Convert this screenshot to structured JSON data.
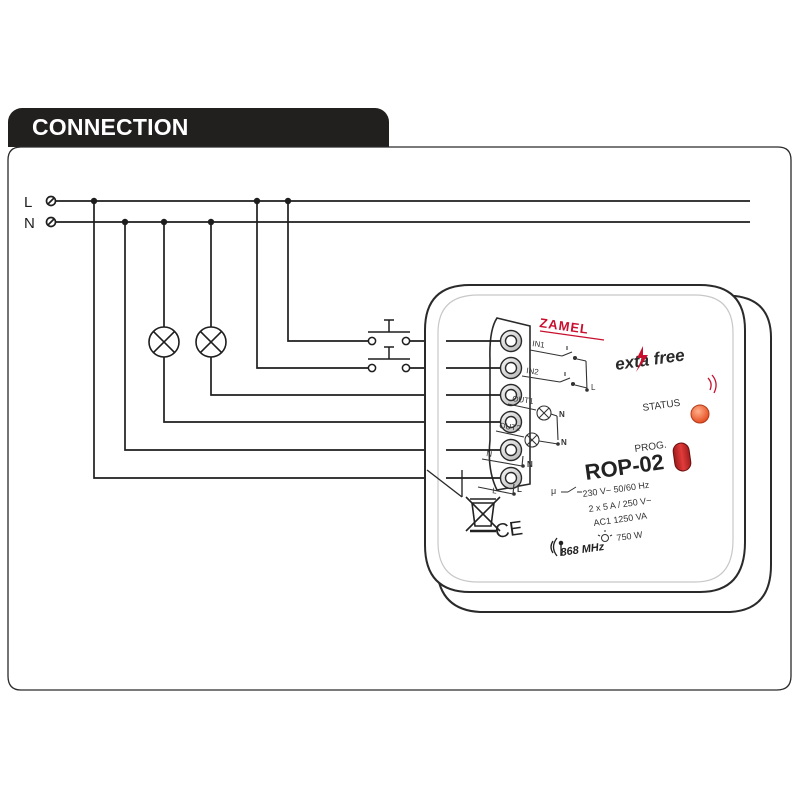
{
  "section": {
    "title": "CONNECTION"
  },
  "lines": {
    "line": "L",
    "neutral": "N"
  },
  "device": {
    "brand": "ZAMEL",
    "logo_text": "exta free",
    "model": "ROP-02",
    "status_label": "STATUS",
    "prog_label": "PROG.",
    "terminals": [
      "IN1",
      "IN2",
      "OUT1",
      "OUT2",
      "N",
      "L"
    ],
    "mini_labels": {
      "in_l": "L",
      "out_n1": "N",
      "out_n2": "N",
      "n_n": "N",
      "l_l": "L"
    },
    "specs": [
      "230 V~ 50/60 Hz",
      "2 x 5 A / 250 V~",
      "AC1 1250 VA",
      "750 W"
    ],
    "micro_symbol": "μ",
    "ce_mark": "CE",
    "frequency": "868 MHz"
  },
  "colors": {
    "tab": "#221f1f",
    "wire": "#1e1e1e",
    "brand": "#c8102e",
    "status_led": "#f05a28",
    "prog_button": "#c62828"
  }
}
